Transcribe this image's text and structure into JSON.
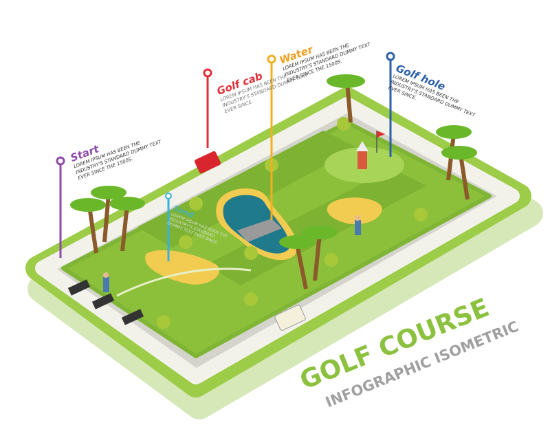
{
  "labels": [
    {
      "title": "Start",
      "desc": "Lorem ipsum has been the industry's standard dummy text ever since the 1500s.",
      "color": "#8e4aa8"
    },
    {
      "title": "Golf cab",
      "desc": "Lorem ipsum has been the industry's standard dummy text ever since.",
      "color": "#e0303a"
    },
    {
      "title": "Water",
      "desc": "Lorem ipsum has been the industry's standard dummy text ever since the 1500s.",
      "color": "#f0a020"
    },
    {
      "title": "Golf hole",
      "desc": "Lorem ipsum has been the industry's standard dummy text ever since.",
      "color": "#2a5fa8"
    },
    {
      "title": "Sand",
      "desc": "Lorem ipsum has been the industry's standard dummy text ever since.",
      "color": "#3ab0e0"
    }
  ],
  "heading": {
    "title": "GOLF COURSE",
    "subtitle": "INFOGRAPHIC ISOMETRIC"
  },
  "colors": {
    "grass": "#8cbf3a",
    "road": "#d8d8d0",
    "border": "#a8d050",
    "heading": "#8cc13f",
    "subheading": "#a0a0a0"
  }
}
